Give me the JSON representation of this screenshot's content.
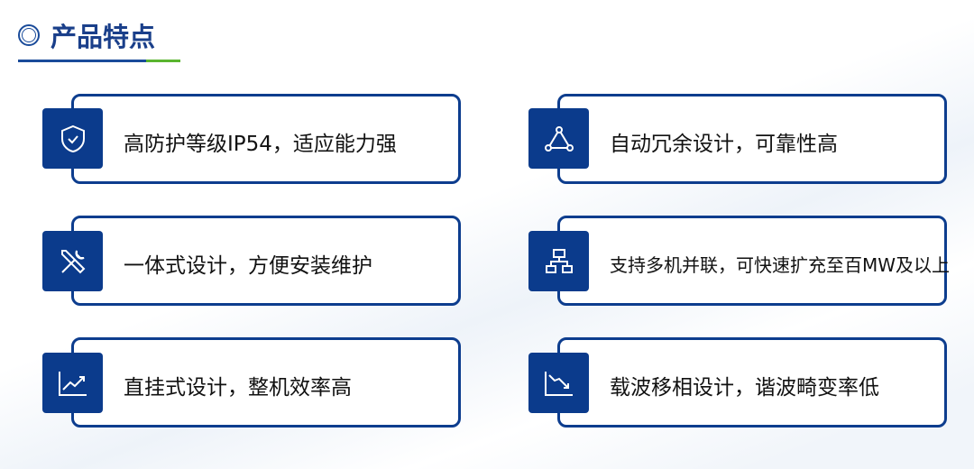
{
  "title": "产品特点",
  "features": [
    {
      "icon": "shield-check-icon",
      "text": "高防护等级IP54，适应能力强"
    },
    {
      "icon": "triangle-nodes-icon",
      "text": "自动冗余设计，可靠性高"
    },
    {
      "icon": "tools-icon",
      "text": "一体式设计，方便安装维护"
    },
    {
      "icon": "hierarchy-icon",
      "text": "支持多机并联，可快速扩充至百MW及以上"
    },
    {
      "icon": "chart-up-icon",
      "text": "直挂式设计，整机效率高"
    },
    {
      "icon": "chart-down-icon",
      "text": "载波移相设计，谐波畸变率低"
    }
  ],
  "colors": {
    "primary": "#0b3b8c",
    "accent": "#5ab52f"
  }
}
